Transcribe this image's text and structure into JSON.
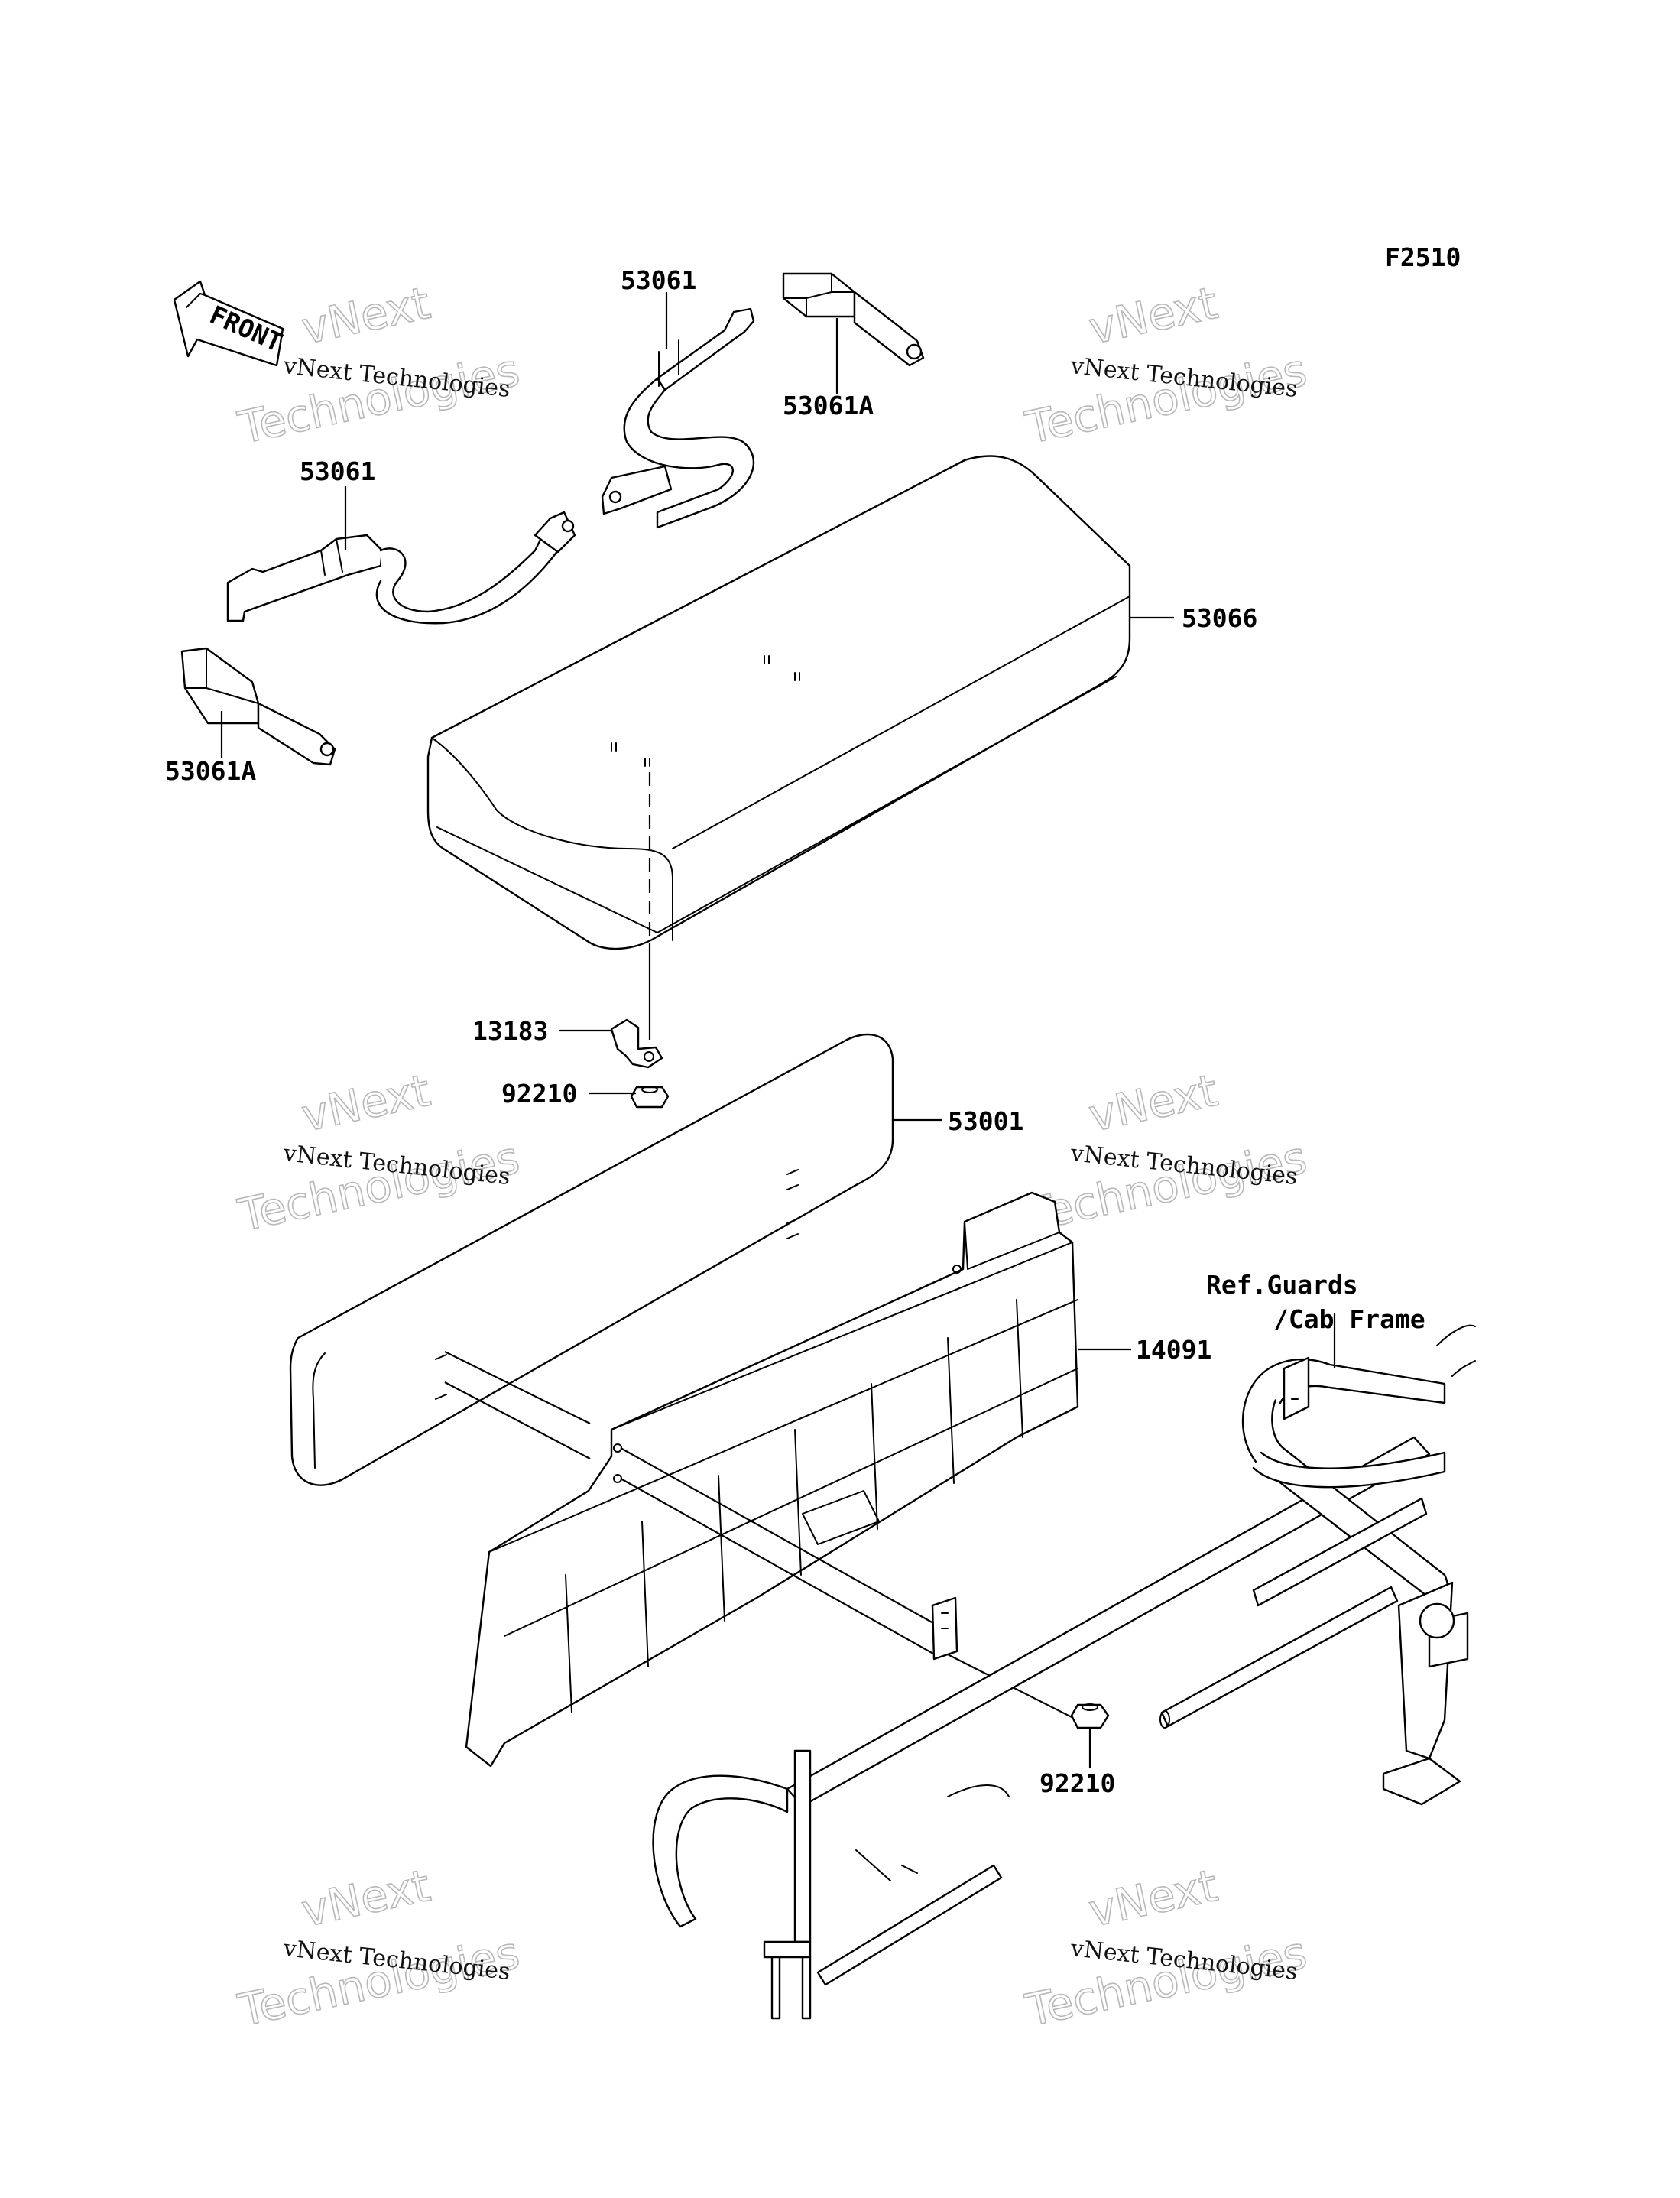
{
  "figure_code": "F2510",
  "front_arrow_text": "FRONT",
  "watermark": {
    "line1": "vNext Technologies",
    "line2a": "vNext",
    "line2b": "Technologies"
  },
  "callouts": {
    "c53061_top": "53061",
    "c53061a_top": "53061A",
    "c53061_left": "53061",
    "c53061a_left": "53061A",
    "c53066": "53066",
    "c13183": "13183",
    "c92210_top": "92210",
    "c53001": "53001",
    "c14091": "14091",
    "c92210_bottom": "92210",
    "ref_line1": "Ref.Guards",
    "ref_line2": "/Cab Frame"
  }
}
